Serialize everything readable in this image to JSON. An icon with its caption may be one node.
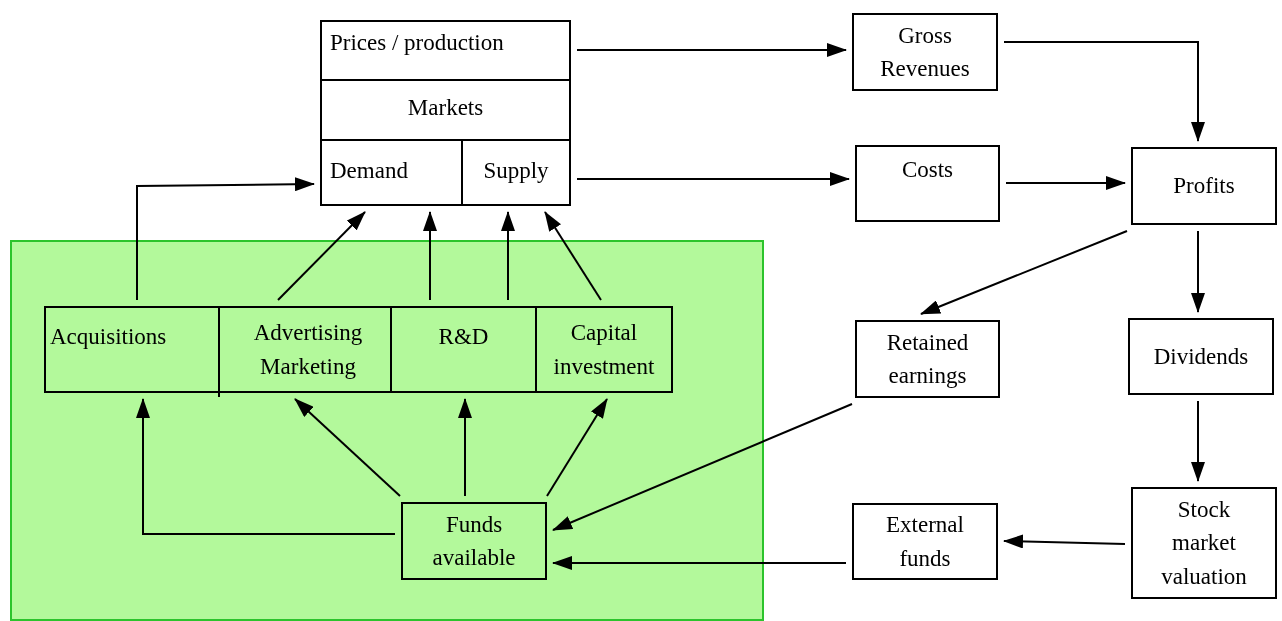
{
  "diagram": {
    "nodes": [
      {
        "text": [],
        "shape": "box"
      },
      {
        "text": [
          "Prices / production"
        ]
      },
      {
        "text": [
          "Markets"
        ]
      },
      {
        "text": [
          "Demand"
        ]
      },
      {
        "text": [
          "Supply"
        ]
      },
      {
        "text": [
          "Acquisitions"
        ],
        "in": 0
      },
      {
        "text": [
          "Advertising Marketing"
        ],
        "in": 0
      },
      {
        "text": [
          "R&D"
        ],
        "in": 0
      },
      {
        "text": [
          "Capital investment"
        ],
        "in": 0
      },
      {
        "text": [
          "Funds available"
        ],
        "in": 0
      },
      {
        "text": [
          "Gross Revenues"
        ]
      },
      {
        "text": [
          "Costs"
        ]
      },
      {
        "text": [
          "Profits"
        ]
      },
      {
        "text": [
          "Retained earnings"
        ]
      },
      {
        "text": [
          "Dividends"
        ]
      },
      {
        "text": [
          "External funds"
        ]
      },
      {
        "text": [
          "Stock market valuation"
        ]
      }
    ],
    "edges": [
      {
        "from": 1,
        "to": 10,
        "arrow": "to"
      },
      {
        "from": 4,
        "to": 11,
        "arrow": "to"
      },
      {
        "from": 10,
        "to": 12,
        "arrow": "to"
      },
      {
        "from": 11,
        "to": 12,
        "arrow": "to"
      },
      {
        "from": 12,
        "to": 13,
        "arrow": "to"
      },
      {
        "from": 12,
        "to": 14,
        "arrow": "to"
      },
      {
        "from": 14,
        "to": 16,
        "arrow": "to"
      },
      {
        "from": 16,
        "to": 15,
        "arrow": "to"
      },
      {
        "from": 15,
        "to": 9,
        "arrow": "to"
      },
      {
        "from": 13,
        "to": 9,
        "arrow": "to"
      },
      {
        "from": 9,
        "to": 5,
        "arrow": "to"
      },
      {
        "from": 9,
        "to": 6,
        "arrow": "to"
      },
      {
        "from": 9,
        "to": 7,
        "arrow": "to"
      },
      {
        "from": 9,
        "to": 8,
        "arrow": "to"
      },
      {
        "from": 5,
        "to": 3,
        "arrow": "to"
      },
      {
        "from": 6,
        "to": 3,
        "arrow": "to"
      },
      {
        "from": 7,
        "to": 3,
        "arrow": "to"
      },
      {
        "from": 7,
        "to": 4,
        "arrow": "to"
      },
      {
        "from": 8,
        "to": 4,
        "arrow": "to"
      }
    ]
  }
}
